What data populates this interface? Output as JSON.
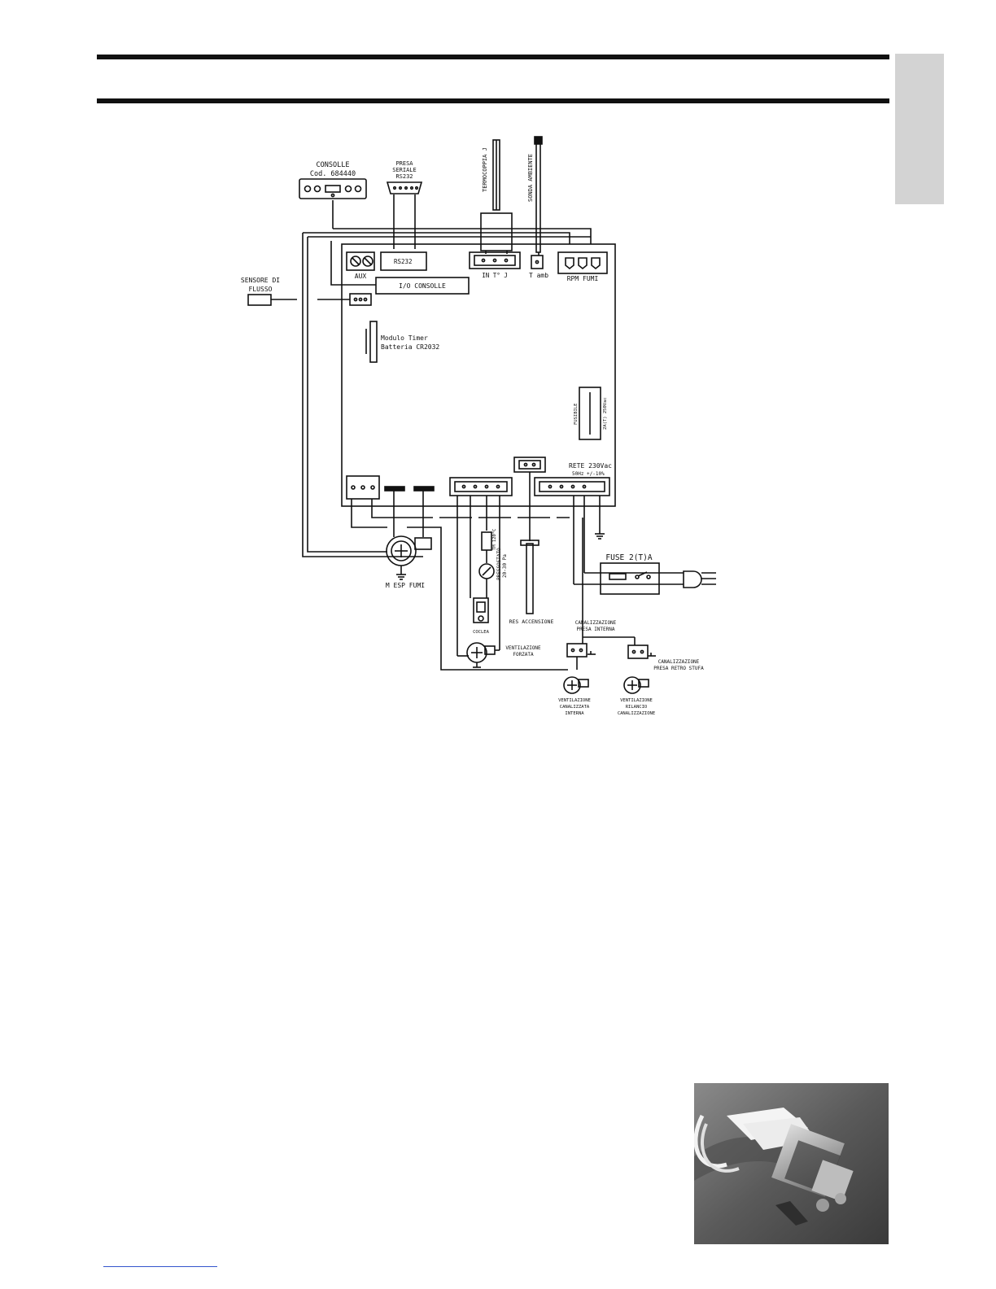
{
  "labels": {
    "consolle": "CONSOLLE",
    "consolle_code": "Cod. 684440",
    "presa": "PRESA",
    "seriale": "SERIALE",
    "rs232_top": "RS232",
    "termocoppia": "TERMOCOPPIA J",
    "sonda": "SONDA AMBIENTE",
    "sensore_1": "SENSORE DI",
    "sensore_2": "FLUSSO",
    "aux": "AUX",
    "rs232": "RS232",
    "io_consolle": "I/O CONSOLLE",
    "int_j": "IN T° J",
    "t_amb": "T amb",
    "rpm_fumi": "RPM FUMI",
    "modulo_timer": "Modulo Timer",
    "batteria": "Batteria CR2032",
    "fusibile": "FUSIBILE",
    "fusibile_rating": "2A(T) 250Vac",
    "rete": "RETE 230Vac",
    "rete_freq": "50Hz +/-10%",
    "fuse_2ta": "FUSE 2(T)A",
    "m_esp_fumi": "M  ESP FUMI",
    "tm": "TM 120°C",
    "pressostato": "PRESSOSTATO",
    "pressostato_range": "20-30 Pa",
    "coclea": "COCLEA",
    "res_accensione": "RES ACCENSIONE",
    "canal_int_1": "CANALIZZAZIONE",
    "canal_int_2": "PRESA INTERNA",
    "ventilazione_forzata_1": "VENTILAZIONE",
    "ventilazione_forzata_2": "FORZATA",
    "canal_retro_1": "CANALIZZAZIONE",
    "canal_retro_2": "PRESA RETRO STUFA",
    "vci_1": "VENTILAZIONE",
    "vci_2": "CANALIZZATA",
    "vci_3": "INTERNA",
    "vrc_1": "VENTILAZIONE",
    "vrc_2": "RILANCIO",
    "vrc_3": "CANALIZZAZIONE"
  },
  "colors": {
    "ink": "#111111",
    "tab": "#d3d3d3",
    "footer_link": "#3355cc"
  },
  "photo": {
    "subject": "fuse-holder-photo"
  }
}
